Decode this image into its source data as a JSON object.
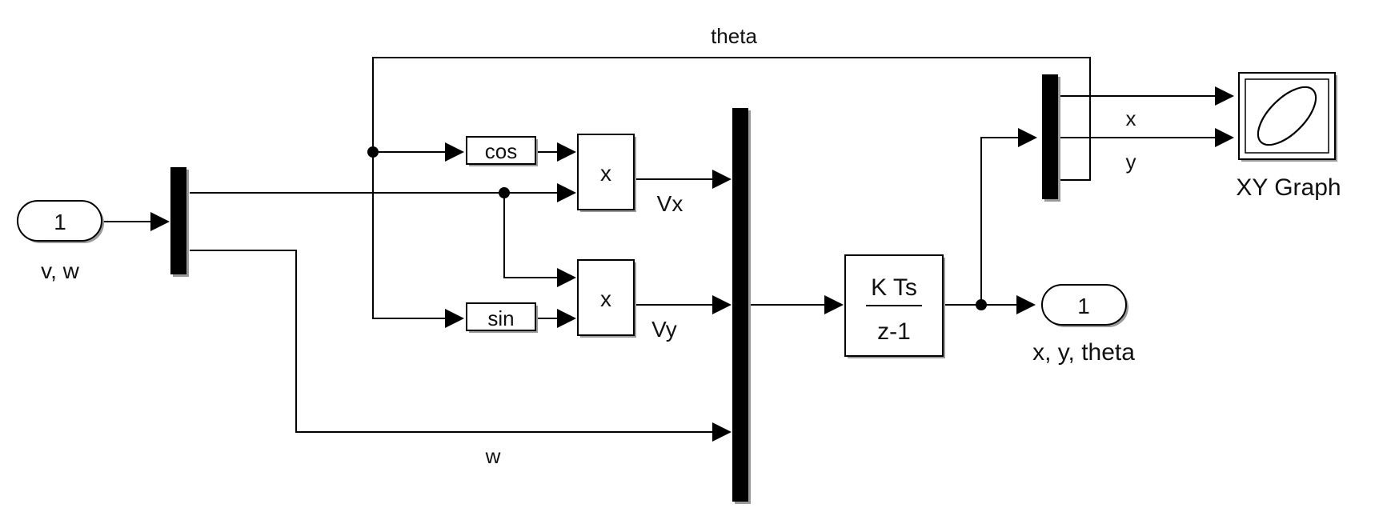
{
  "diagram": {
    "inport": {
      "number": "1",
      "label": "v, w"
    },
    "outport": {
      "number": "1",
      "label": "x, y, theta"
    },
    "trig": {
      "cos": "cos",
      "sin": "sin"
    },
    "products": {
      "top": "x",
      "bottom": "x"
    },
    "integrator": {
      "numerator": "K Ts",
      "denominator": "z-1"
    },
    "xy_graph": {
      "label": "XY Graph"
    },
    "signals": {
      "theta": "theta",
      "vx": "Vx",
      "vy": "Vy",
      "w": "w",
      "x": "x",
      "y": "y"
    }
  }
}
